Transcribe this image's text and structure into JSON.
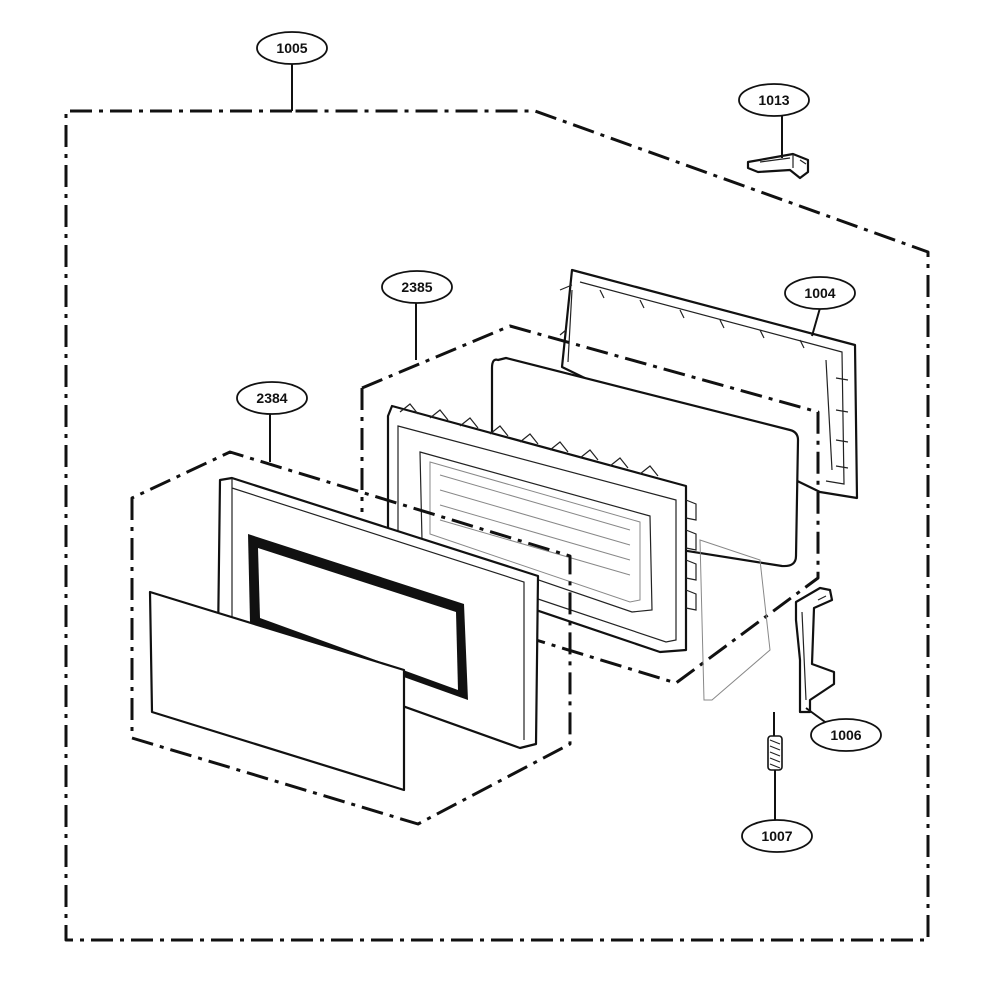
{
  "callouts": {
    "assembly": "1005",
    "hinge": "1013",
    "frame": "1004",
    "door_inner": "2385",
    "door_front": "2384",
    "latch": "1006",
    "spring": "1007"
  }
}
